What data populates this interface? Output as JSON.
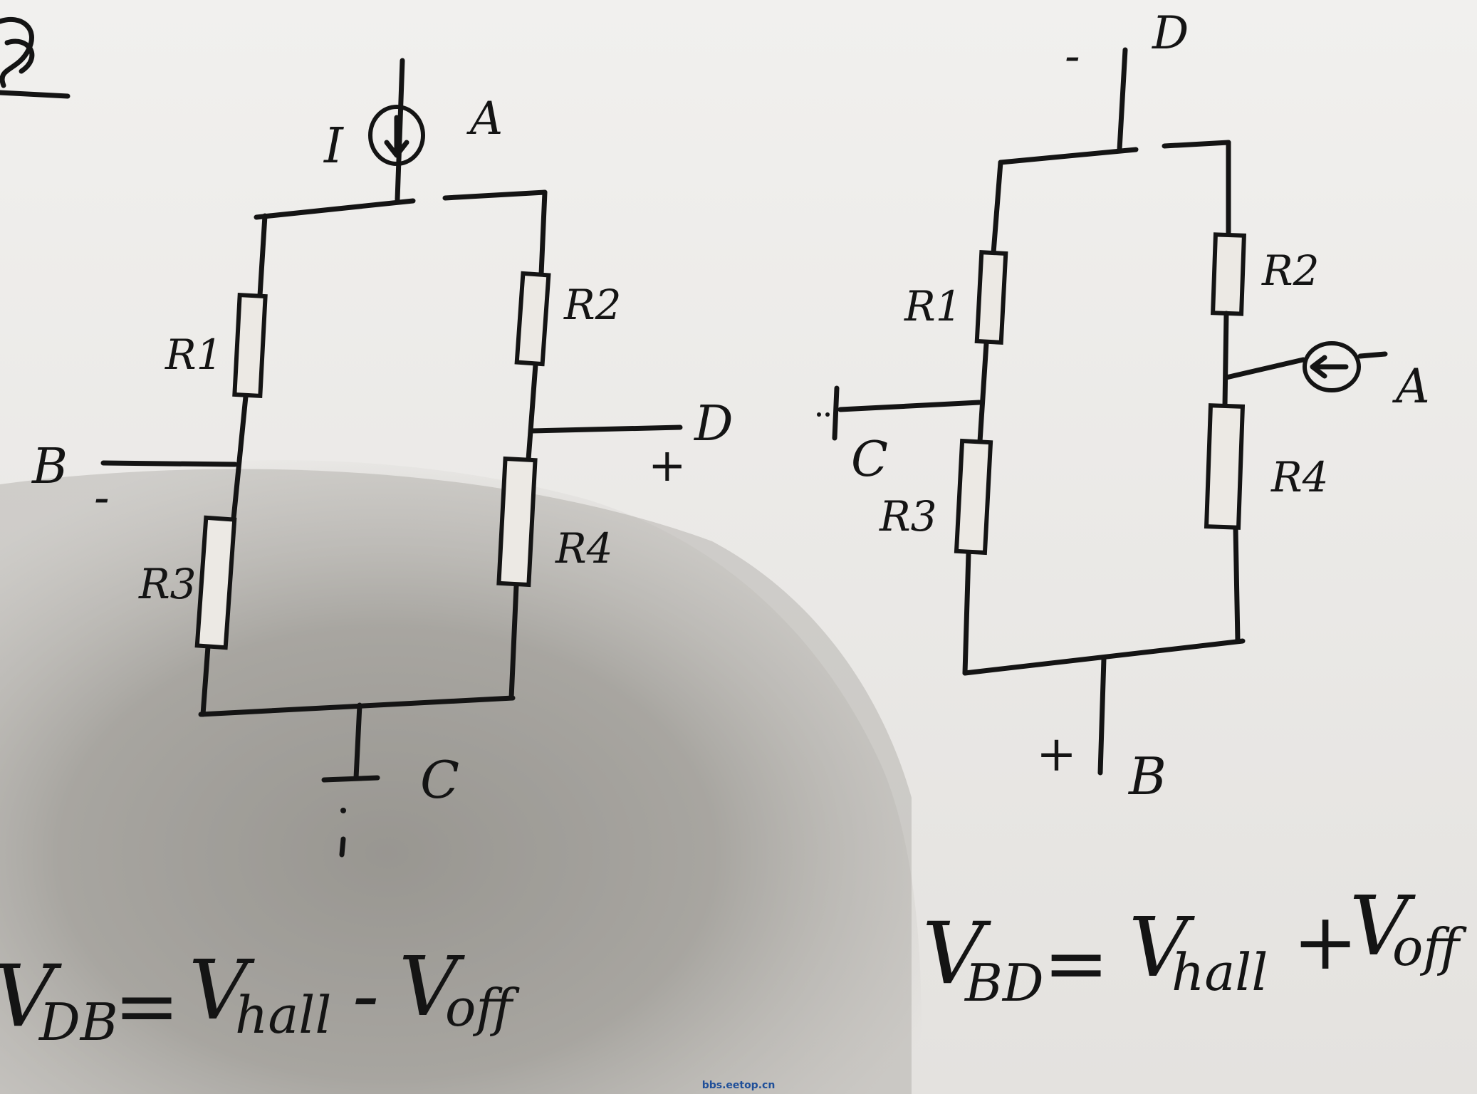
{
  "left_circuit": {
    "source_label": "I",
    "node_top": "A",
    "node_left": "B",
    "node_left_polarity": "-",
    "node_right": "D",
    "node_right_polarity": "+",
    "node_bottom": "C",
    "r1": "R1",
    "r2": "R2",
    "r3": "R3",
    "r4": "R4",
    "equation_lhs": "V",
    "equation_lhs_sub": "DB",
    "equation_rhs_1": "V",
    "equation_rhs_1_sub": "hall",
    "equation_op": "-",
    "equation_rhs_2": "V",
    "equation_rhs_2_sub": "off"
  },
  "right_circuit": {
    "node_top": "D",
    "node_top_polarity": "-",
    "node_left": "C",
    "node_right": "A",
    "node_bottom": "B",
    "node_bottom_polarity": "+",
    "r1": "R1",
    "r2": "R2",
    "r3": "R3",
    "r4": "R4",
    "equation_lhs": "V",
    "equation_lhs_sub": "BD",
    "equation_rhs_1": "V",
    "equation_rhs_1_sub": "hall",
    "equation_op": "+",
    "equation_rhs_2": "V",
    "equation_rhs_2_sub": "off"
  },
  "watermark": "bbs.eetop.cn",
  "colors": {
    "ink": "#141414",
    "paper": "#e9e8e6",
    "shadow": "#8d8b86",
    "watermark": "#1f4f99"
  }
}
